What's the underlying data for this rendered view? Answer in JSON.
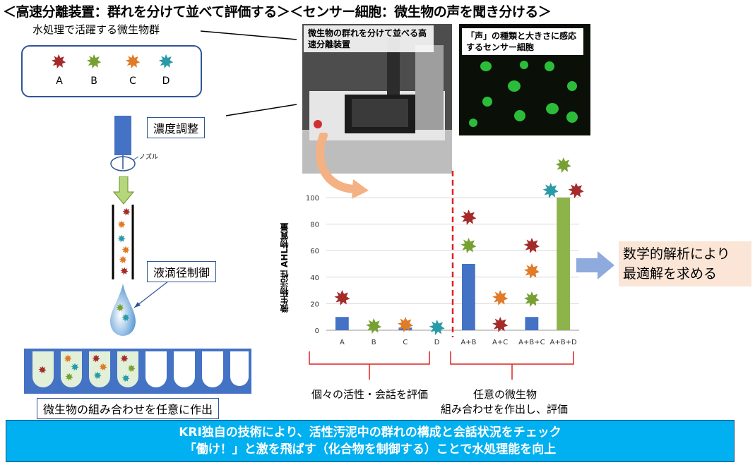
{
  "title": "＜高速分離装置：群れを分けて並べて評価する＞＜センサー細胞：微生物の声を聞き分ける＞",
  "left": {
    "group_label": "水処理で活躍する微生物群",
    "microbes": [
      {
        "label": "A",
        "color": "#a52a2a"
      },
      {
        "label": "B",
        "color": "#77a033"
      },
      {
        "label": "C",
        "color": "#e07b28"
      },
      {
        "label": "D",
        "color": "#2a9aa8"
      }
    ],
    "step_concentration": "濃度調整",
    "nozzle_label": "ノズル",
    "step_droplet": "液滴径制御",
    "step_combine": "微生物の組み合わせを任意に作出"
  },
  "photos": {
    "device_caption": "微生物の群れを分けて並べる高速分離装置",
    "sensor_caption": "「声」の種類と大きさに感応するセンサー細胞"
  },
  "chart_data": {
    "type": "bar",
    "categories": [
      "A",
      "B",
      "C",
      "D",
      "A+B",
      "A+C",
      "A+B+C",
      "A+B+D"
    ],
    "values": [
      10,
      0,
      2,
      0,
      50,
      0,
      10,
      100
    ],
    "ylabel": "微生物活性 AHL物質量",
    "ylim": [
      0,
      100
    ],
    "yticks": [
      0,
      20,
      40,
      60,
      80,
      100
    ],
    "bar_color": "#4472c4",
    "highlight_color": "#8db34a",
    "highlight_category": "A+B+D",
    "divider_after": "D",
    "divider_color": "#e02020"
  },
  "groups": {
    "individual": "個々の活性・会話を評価",
    "combined_line1": "任意の微生物",
    "combined_line2": "組み合わせを作出し、評価"
  },
  "result": {
    "line1": "数学的解析により",
    "line2": "最適解を求める"
  },
  "banner": {
    "line1": "KRI独自の技術により、活性汚泥中の群れの構成と会話状況をチェック",
    "line2": "「働け！」と激を飛ばす（化合物を制御する）ことで水処理能を向上"
  }
}
